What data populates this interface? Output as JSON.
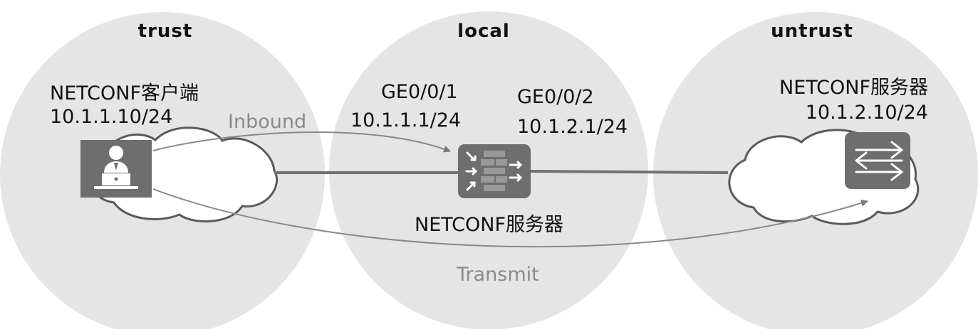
{
  "zones": {
    "trust": "trust",
    "local": "local",
    "untrust": "untrust"
  },
  "client": {
    "name": "NETCONF客户端",
    "ip": "10.1.1.10/24",
    "icon": "user-laptop-icon"
  },
  "firewall": {
    "if1_name": "GE0/0/1",
    "if1_ip": "10.1.1.1/24",
    "if2_name": "GE0/0/2",
    "if2_ip": "10.1.2.1/24",
    "name": "NETCONF服务器",
    "icon": "firewall-icon"
  },
  "server": {
    "name": "NETCONF服务器",
    "ip": "10.1.2.10/24",
    "icon": "switch-icon"
  },
  "flows": {
    "inbound": "Inbound",
    "transmit": "Transmit"
  },
  "colors": {
    "zone_fill": "#e5e5e5",
    "device_fill": "#6e6e6e",
    "link": "#737373",
    "flow_arrow": "#8a8a8a"
  }
}
